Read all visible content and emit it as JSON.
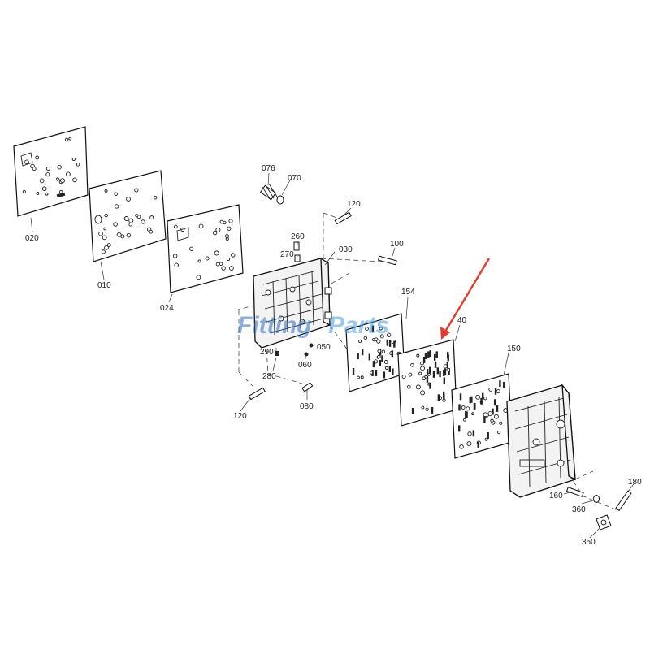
{
  "labels": {
    "p020": "020",
    "p010": "010",
    "p024": "024",
    "p076": "076",
    "p070": "070",
    "p120a": "120",
    "p260": "260",
    "p270": "270",
    "p030": "030",
    "p100": "100",
    "p154": "154",
    "p40": "40",
    "p150": "150",
    "p290": "290",
    "p050": "050",
    "p060": "060",
    "p280": "280",
    "p080": "080",
    "p120b": "120",
    "p180": "180",
    "p160": "160",
    "p360": "360",
    "p350": "350"
  },
  "watermark": {
    "text_a": "Fitting",
    "text_b": "Parts",
    "text_a_color": "#2f6fc0",
    "text_b_color": "#4a9ee0"
  },
  "colors": {
    "arrow": "#e23b2e",
    "ink": "#111111"
  }
}
